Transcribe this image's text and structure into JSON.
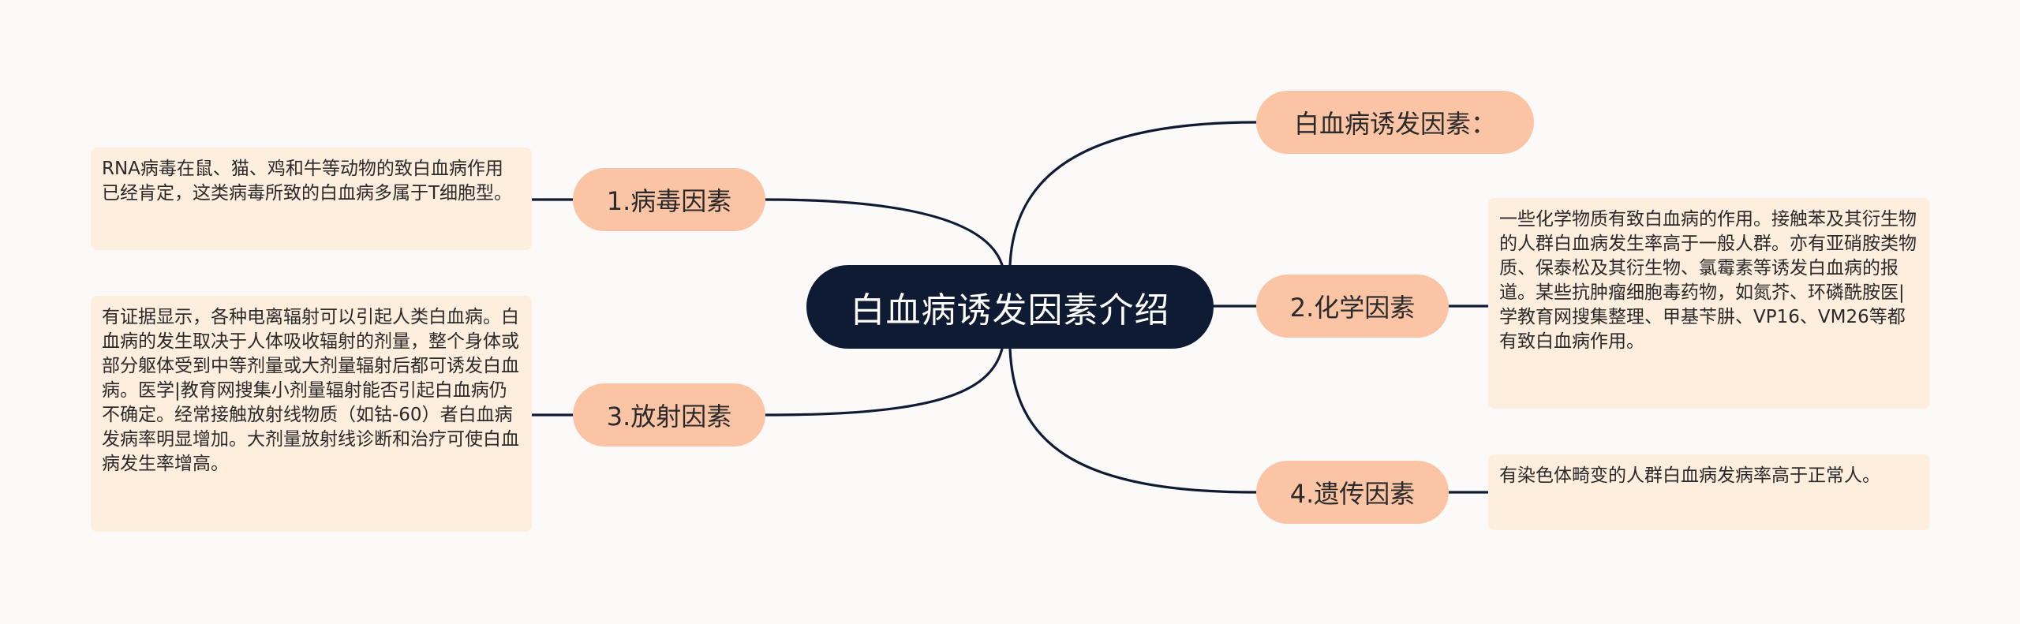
{
  "root": {
    "label": "白血病诱发因素介绍"
  },
  "branches": {
    "intro": {
      "label": "白血病诱发因素："
    },
    "virus": {
      "label": "1.病毒因素"
    },
    "chemical": {
      "label": "2.化学因素"
    },
    "radiation": {
      "label": "3.放射因素"
    },
    "genetic": {
      "label": "4.遗传因素"
    }
  },
  "leaves": {
    "virus": "RNA病毒在鼠、猫、鸡和牛等动物的致白血病作用已经肯定，这类病毒所致的白血病多属于T细胞型。",
    "chemical": "一些化学物质有致白血病的作用。接触苯及其衍生物的人群白血病发生率高于一般人群。亦有亚硝胺类物质、保泰松及其衍生物、氯霉素等诱发白血病的报道。某些抗肿瘤细胞毒药物，如氮芥、环磷酰胺医|学教育网搜集整理、甲基苄肼、VP16、VM26等都有致白血病作用。",
    "radiation": "有证据显示，各种电离辐射可以引起人类白血病。白血病的发生取决于人体吸收辐射的剂量，整个身体或部分躯体受到中等剂量或大剂量辐射后都可诱发白血病。医学|教育网搜集小剂量辐射能否引起白血病仍不确定。经常接触放射线物质（如钴-60）者白血病发病率明显增加。大剂量放射线诊断和治疗可使白血病发生率增高。",
    "genetic": "有染色体畸变的人群白血病发病率高于正常人。"
  }
}
